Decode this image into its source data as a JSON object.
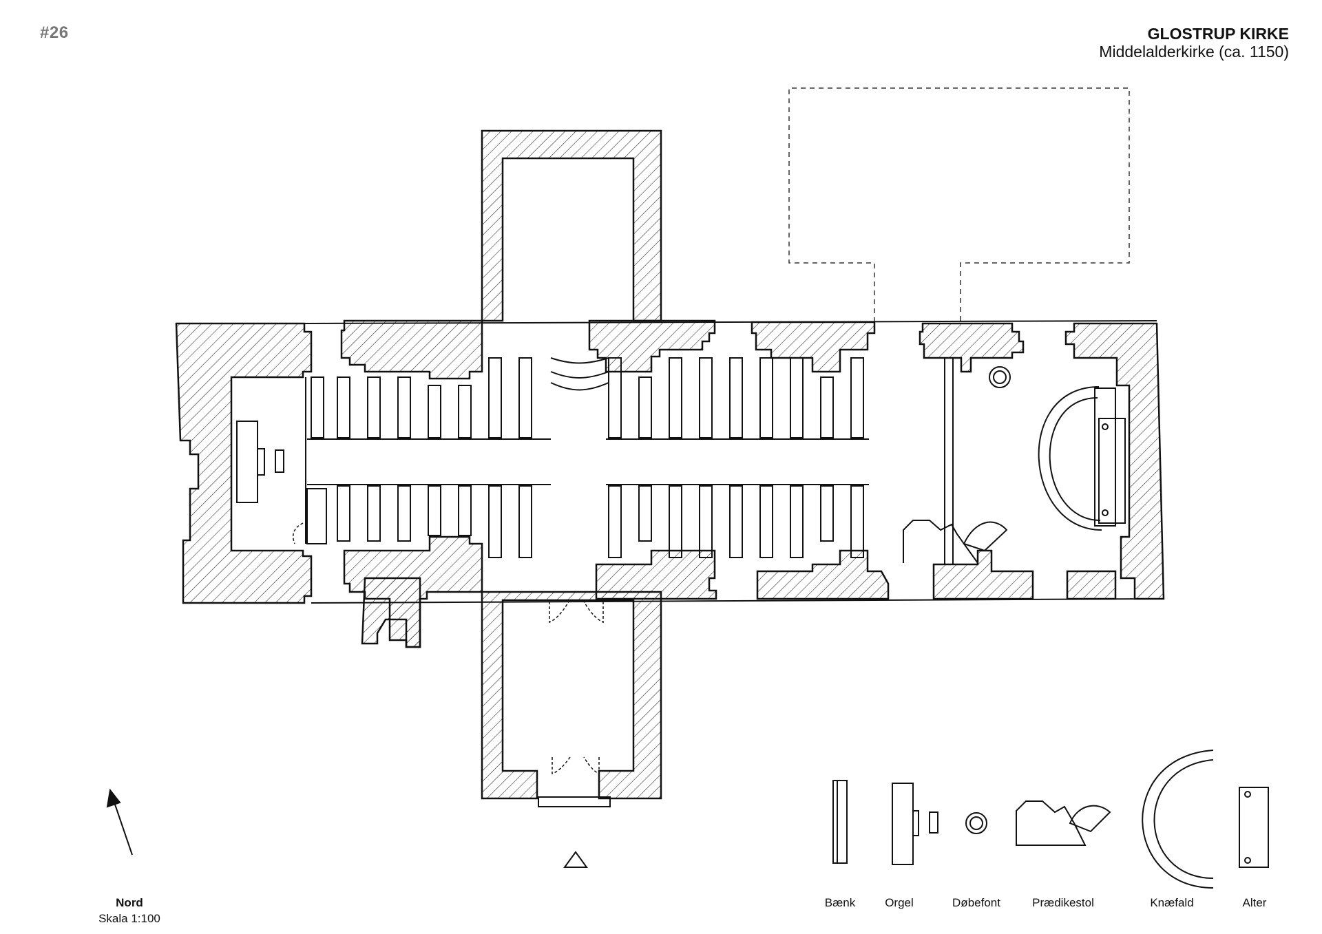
{
  "header": {
    "number": "#26",
    "title": "GLOSTRUP KIRKE",
    "subtitle": "Middelalderkirke (ca. 1150)"
  },
  "footer": {
    "north": "Nord",
    "scale": "Skala 1:100"
  },
  "legend": [
    {
      "label": "Bænk"
    },
    {
      "label": "Orgel"
    },
    {
      "label": "Døbefont"
    },
    {
      "label": "Prædikestol"
    },
    {
      "label": "Knæfald"
    },
    {
      "label": "Alter"
    }
  ]
}
